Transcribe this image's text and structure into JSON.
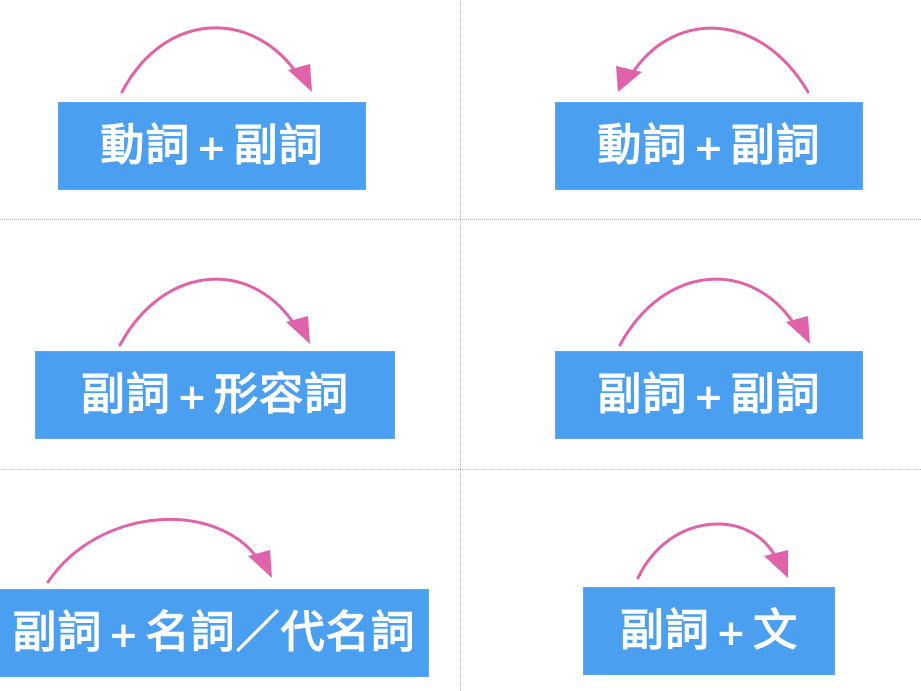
{
  "cards": [
    {
      "left": "動詞",
      "right": "副詞",
      "arrow": "right"
    },
    {
      "left": "動詞",
      "right": "副詞",
      "arrow": "left"
    },
    {
      "left": "副詞",
      "right": "形容詞",
      "arrow": "right"
    },
    {
      "left": "副詞",
      "right": "副詞",
      "arrow": "right"
    },
    {
      "left": "副詞",
      "right": "名詞／代名詞",
      "arrow": "right"
    },
    {
      "left": "副詞",
      "right": "文",
      "arrow": "right"
    }
  ],
  "plus_symbol": "+",
  "colors": {
    "label_bg": "#4a9ff0",
    "arrow": "#e062a8",
    "text": "#ffffff"
  }
}
